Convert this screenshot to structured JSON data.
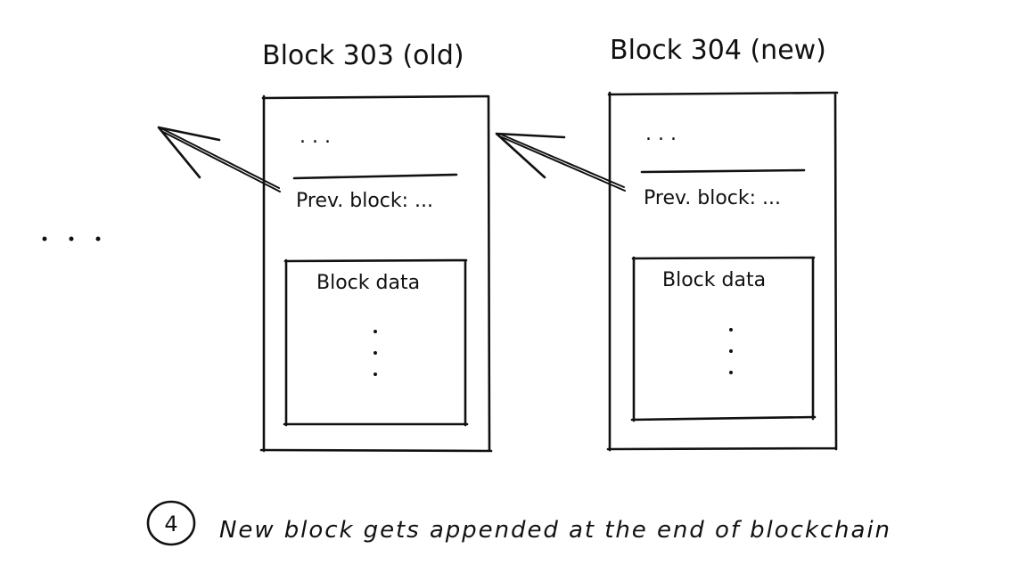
{
  "blocks": [
    {
      "title": "Block 303 (old)",
      "top_field": ". . .",
      "prev_field": "Prev. block: ...",
      "data_title": "Block data"
    },
    {
      "title": "Block 304 (new)",
      "top_field": ". . .",
      "prev_field": "Prev. block: ...",
      "data_title": "Block data"
    }
  ],
  "chain_ellipsis": ". . .",
  "caption": {
    "step_number": "4",
    "text": "New block gets appended at the end of blockchain"
  },
  "colors": {
    "ink": "#111111",
    "background": "#ffffff"
  }
}
